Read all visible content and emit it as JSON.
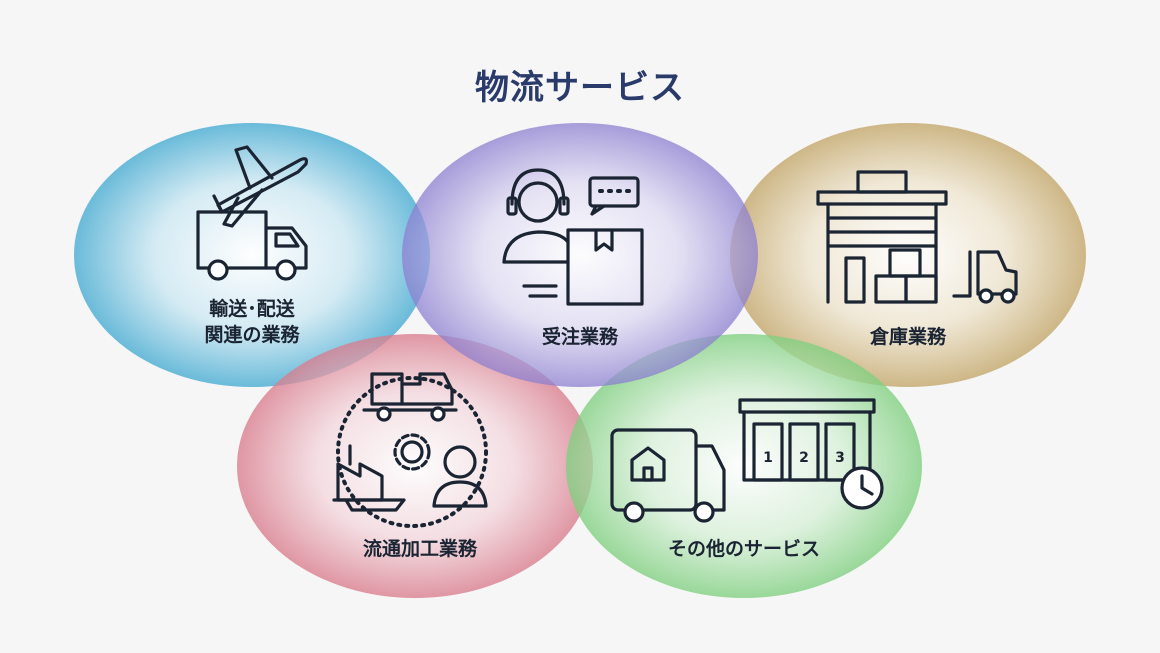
{
  "title": "物流サービス",
  "services": [
    {
      "label_lines": [
        "輸送･配送",
        "関連の業務"
      ],
      "icon": "airplane-truck-icon",
      "color": "#5ab4d6"
    },
    {
      "label_lines": [
        "受注業務"
      ],
      "icon": "operator-order-icon",
      "color": "#8b7fd0"
    },
    {
      "label_lines": [
        "倉庫業務"
      ],
      "icon": "warehouse-forklift-icon",
      "color": "#c9b07a"
    },
    {
      "label_lines": [
        "流通加工業務"
      ],
      "icon": "distribution-processing-icon",
      "color": "#d97c8c"
    },
    {
      "label_lines": [
        "その他のサービス"
      ],
      "icon": "delivery-storage-icon",
      "color": "#7fcf7f"
    }
  ],
  "storage_numbers": [
    "1",
    "2",
    "3"
  ]
}
